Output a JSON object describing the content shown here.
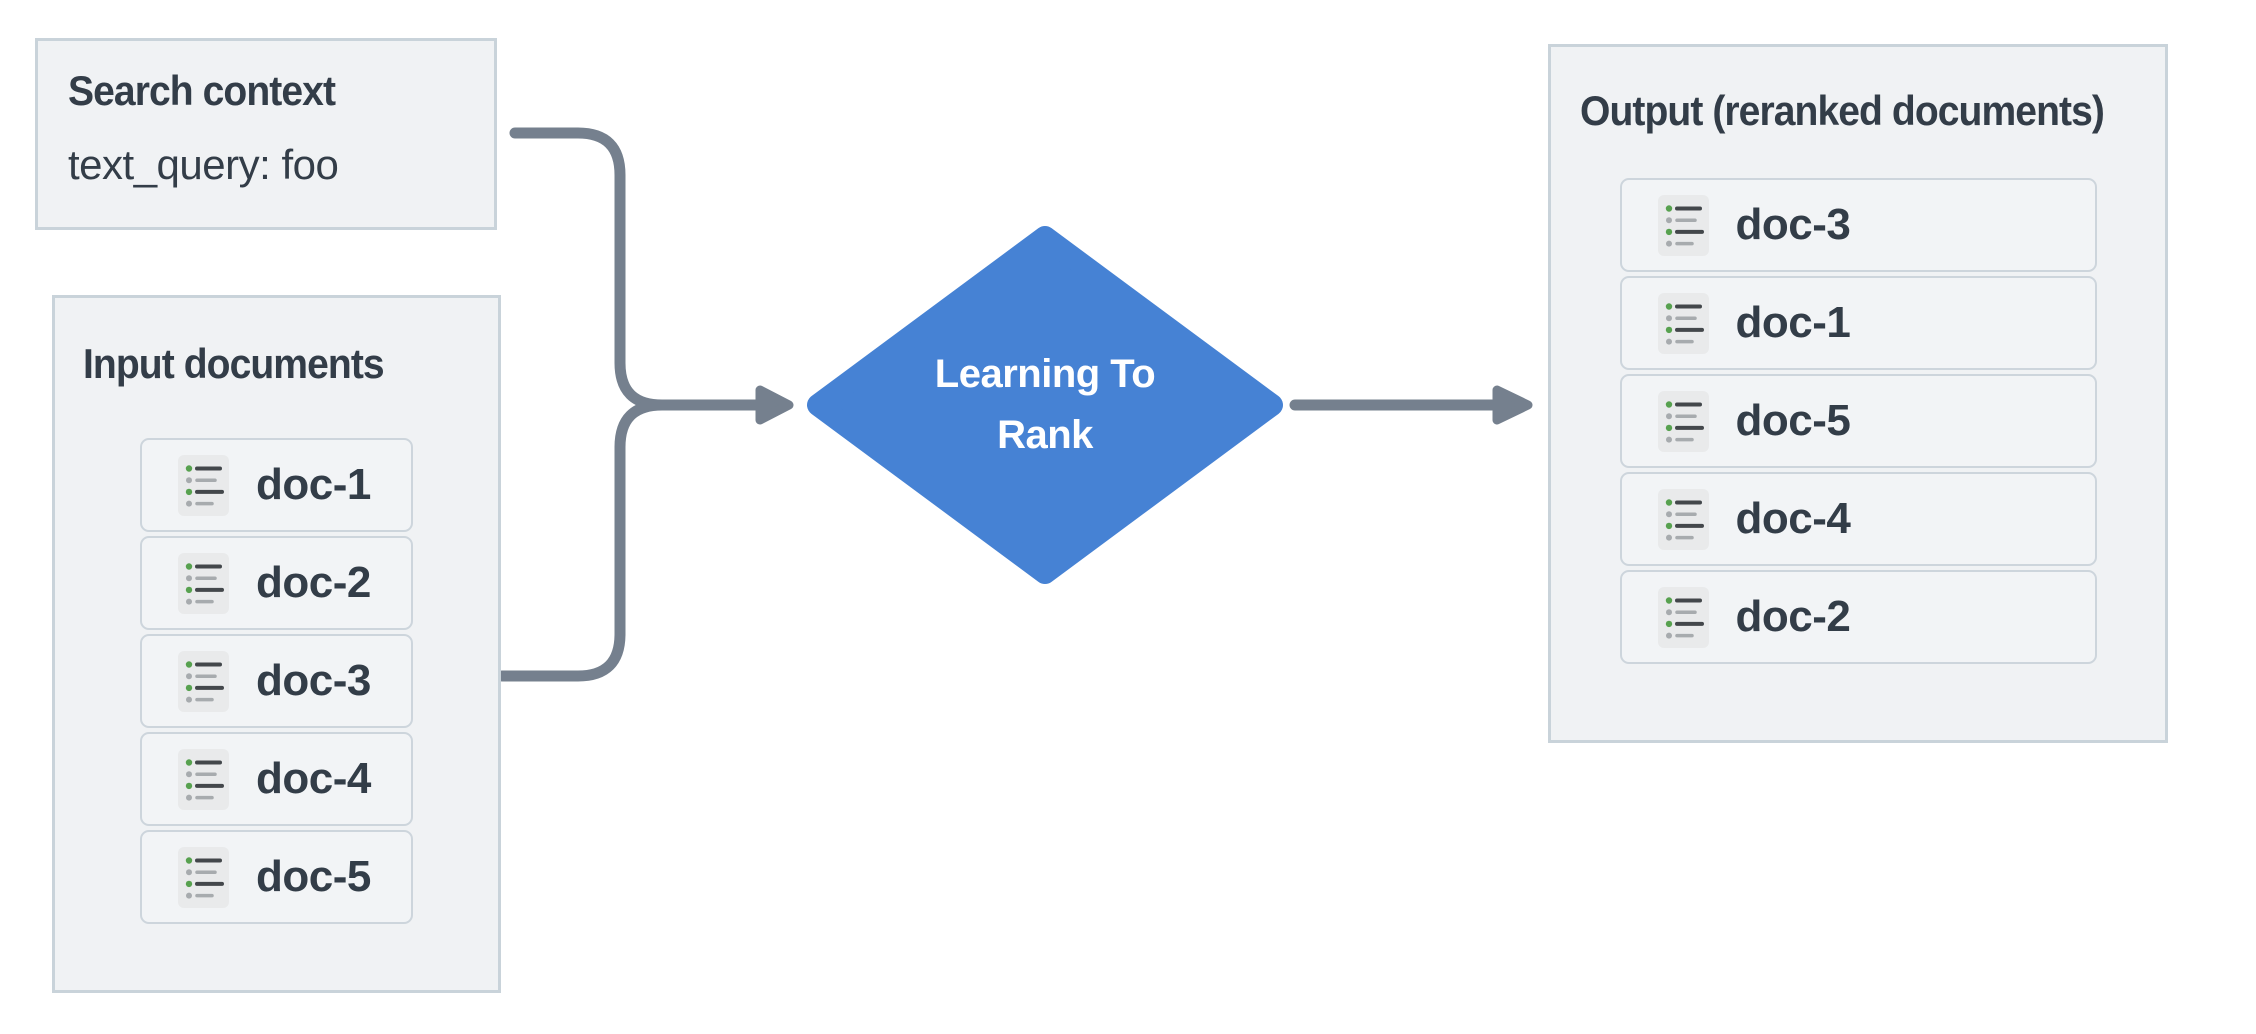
{
  "colors": {
    "accent_blue": "#4682d4",
    "arrow_gray": "#75808e",
    "panel_bg": "#f0f2f4",
    "panel_border": "#c9d3da",
    "text_dark": "#333d48",
    "icon_green": "#57a14f"
  },
  "search_context": {
    "title": "Search context",
    "query_line": "text_query: foo"
  },
  "input_documents": {
    "title": "Input documents",
    "docs": [
      "doc-1",
      "doc-2",
      "doc-3",
      "doc-4",
      "doc-5"
    ]
  },
  "ltr_node": {
    "line1": "Learning To",
    "line2": "Rank"
  },
  "output": {
    "title": "Output (reranked documents)",
    "docs": [
      "doc-3",
      "doc-1",
      "doc-5",
      "doc-4",
      "doc-2"
    ]
  }
}
